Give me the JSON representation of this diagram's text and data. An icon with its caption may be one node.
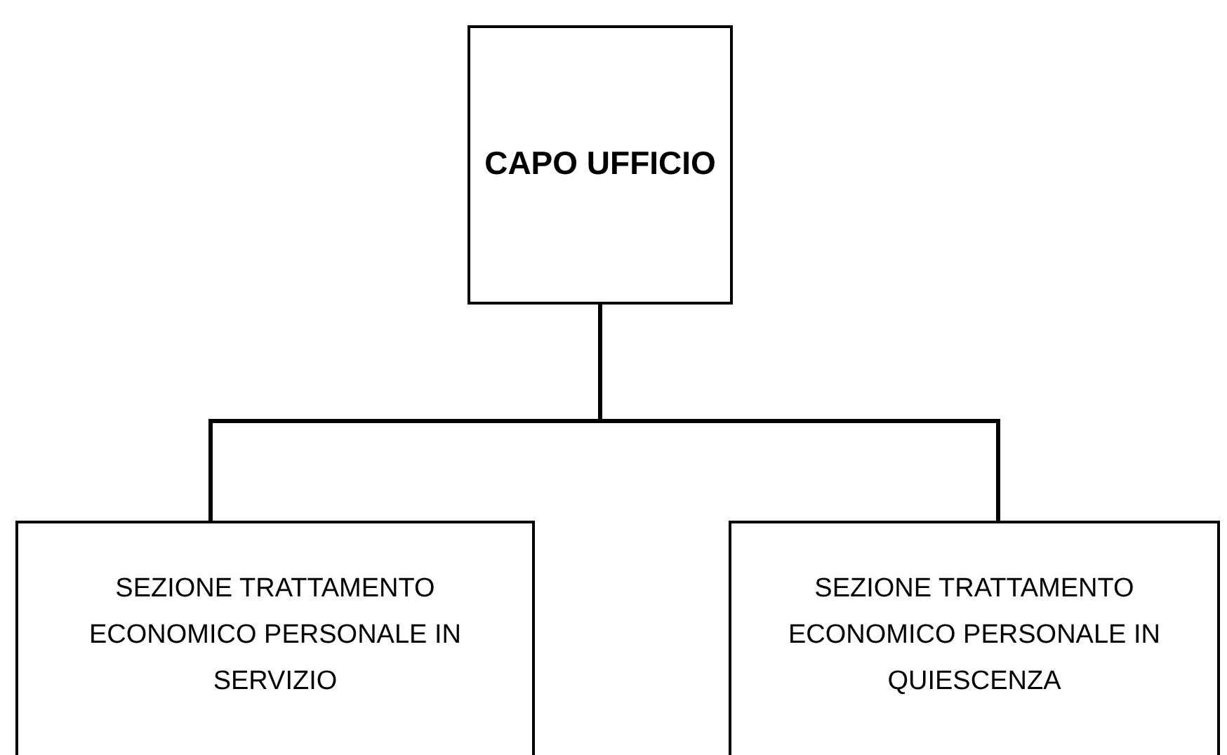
{
  "diagram": {
    "nodes": [
      {
        "text": [
          "CAPO UFFICIO"
        ]
      },
      {
        "text": [
          "SEZIONE TRATTAMENTO ECONOMICO PERSONALE IN SERVIZIO"
        ]
      },
      {
        "text": [
          "SEZIONE TRATTAMENTO ECONOMICO PERSONALE IN QUIESCENZA"
        ]
      }
    ],
    "edges": [
      {
        "from": 0,
        "to": 1,
        "arrow": "none"
      },
      {
        "from": 0,
        "to": 2,
        "arrow": "none"
      }
    ]
  }
}
